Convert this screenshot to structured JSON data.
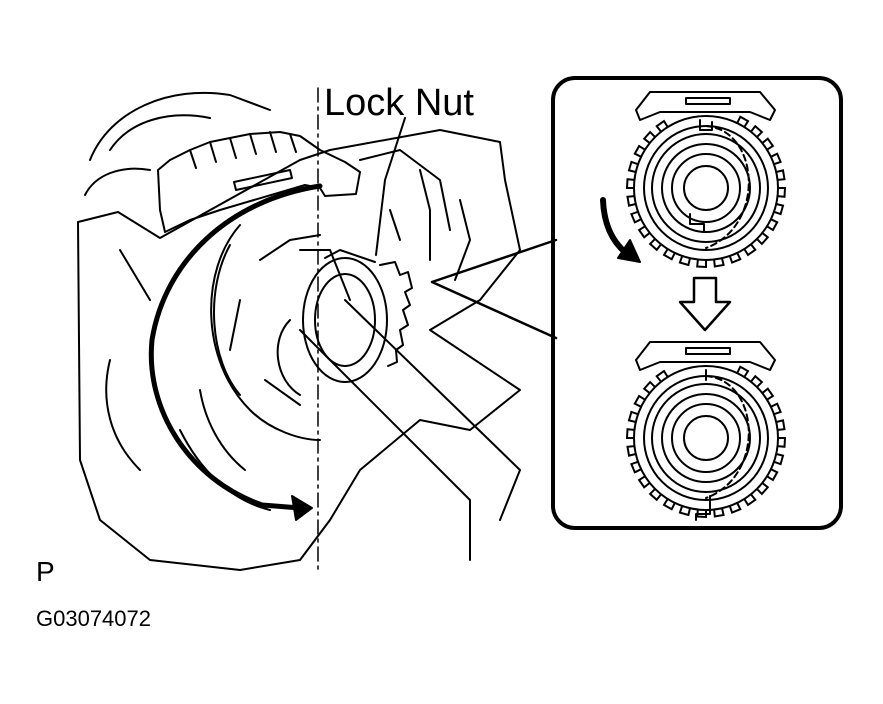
{
  "labels": {
    "lock_nut": "Lock Nut",
    "view_code": "P",
    "figure_id": "G03074072"
  },
  "colors": {
    "line": "#000000",
    "background": "#ffffff"
  },
  "icons": {
    "rotation": "curved-arrow-icon",
    "step": "down-arrow-icon"
  }
}
